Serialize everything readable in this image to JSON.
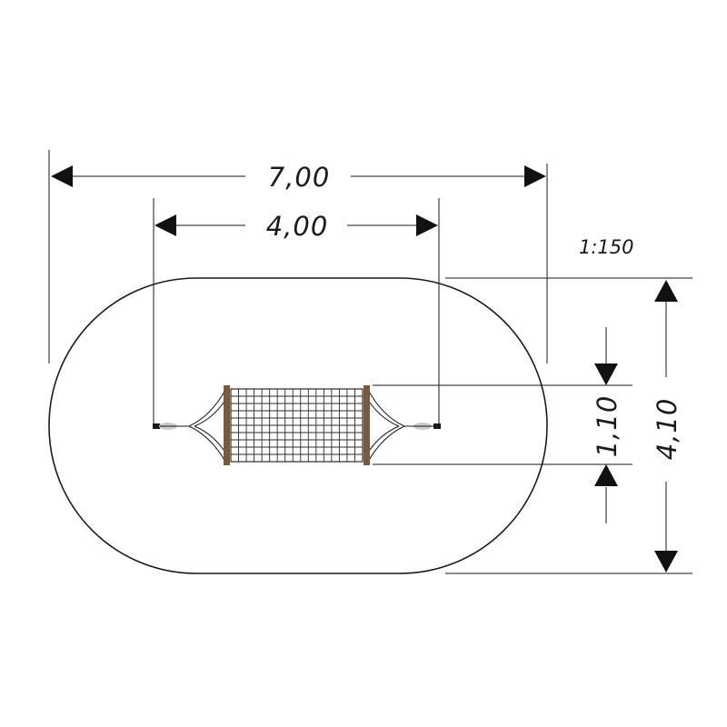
{
  "drawing": {
    "scale": "1:150",
    "dimensions": {
      "total_width": "7,00",
      "item_width": "4,00",
      "item_depth": "1,10",
      "total_depth": "4,10"
    },
    "colors": {
      "line": "#1a1a1a",
      "post": "#7a5a3c",
      "net": "#2b2b2b"
    }
  }
}
